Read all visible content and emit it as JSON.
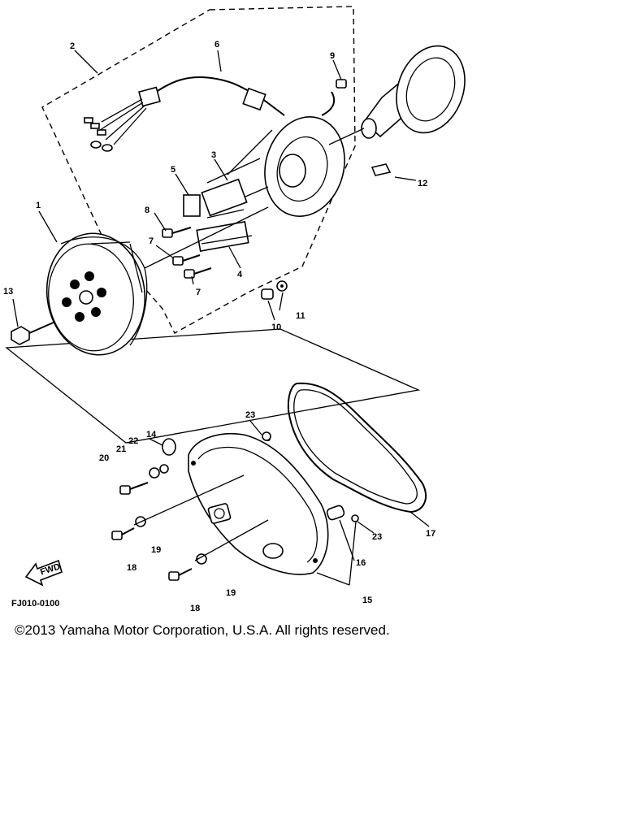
{
  "diagram": {
    "drawing_code": "FJ010-0100",
    "fwd_label": "FWD",
    "callouts": [
      "1",
      "2",
      "3",
      "4",
      "5",
      "6",
      "7",
      "7",
      "8",
      "9",
      "10",
      "11",
      "12",
      "13",
      "14",
      "15",
      "16",
      "17",
      "18",
      "18",
      "19",
      "19",
      "20",
      "21",
      "22",
      "23",
      "23"
    ]
  },
  "footer": {
    "copyright": "©2013 Yamaha Motor Corporation, U.S.A. All rights reserved."
  }
}
